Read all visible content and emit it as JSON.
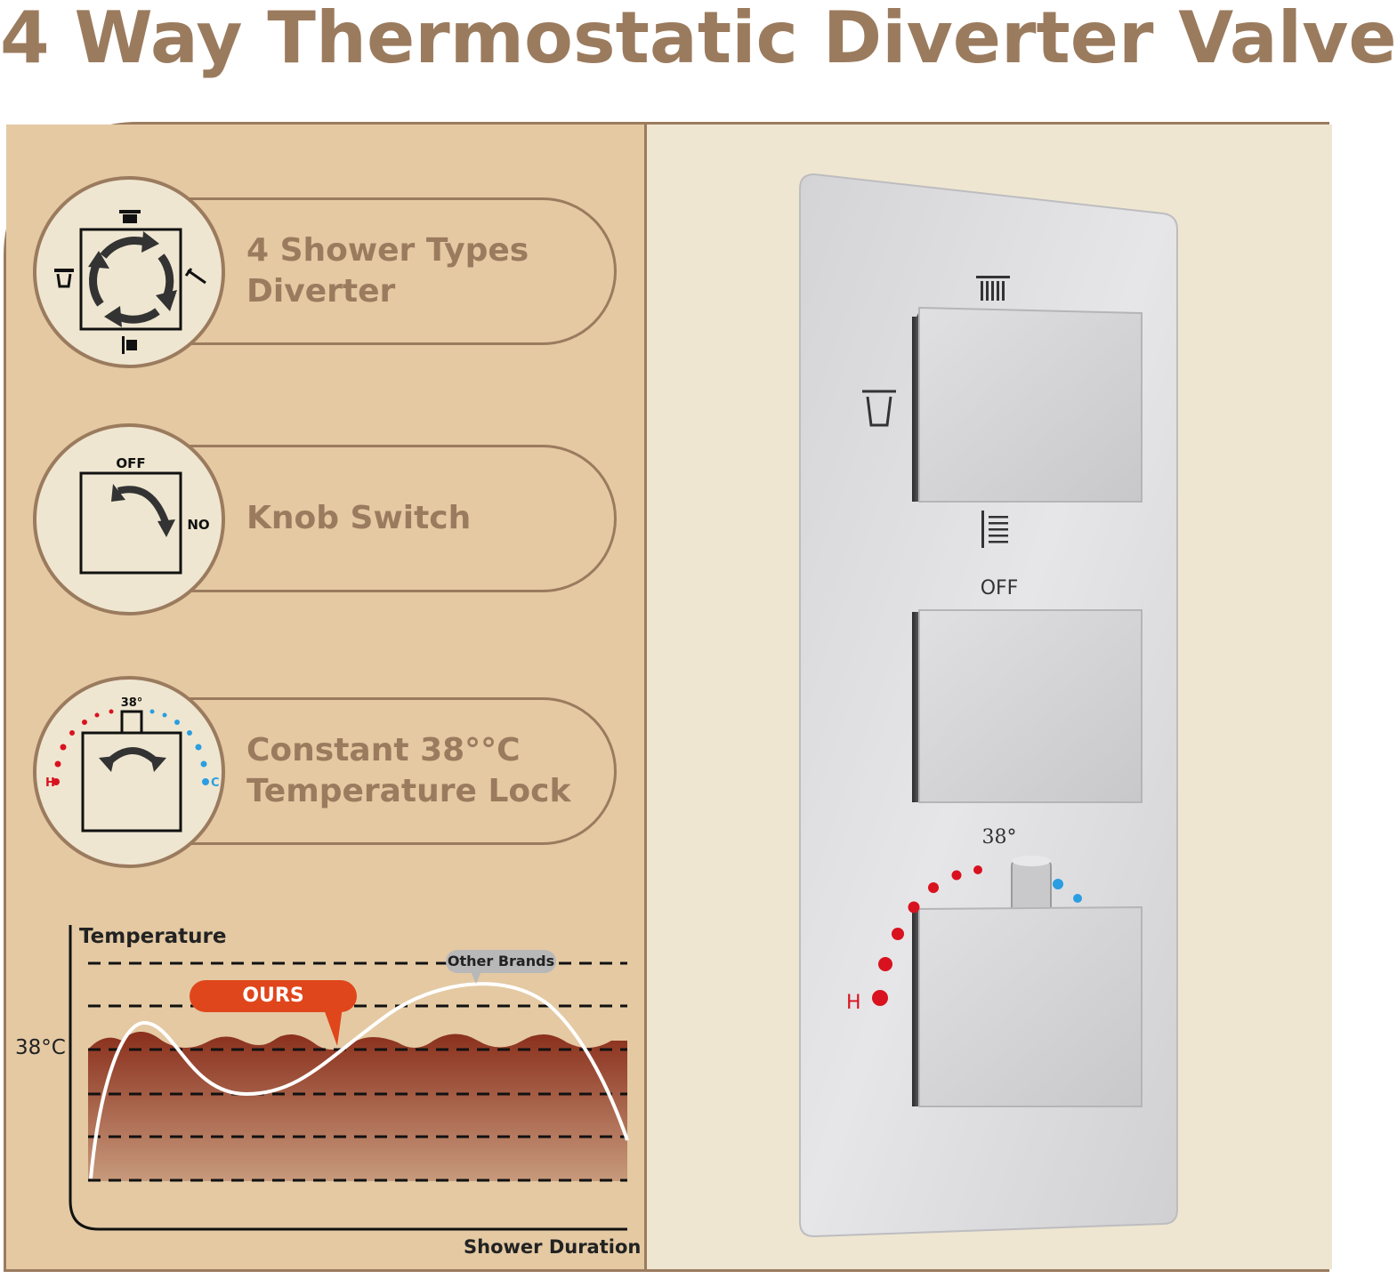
{
  "title": "4 Way Thermostatic Diverter Valve",
  "features": [
    {
      "line1": "4 Shower Types",
      "line2": "Diverter"
    },
    {
      "line1": "Knob Switch",
      "line2": ""
    },
    {
      "line1": "Constant 38°°C",
      "line2": "Temperature Lock"
    }
  ],
  "icons": {
    "knob_off": "OFF",
    "knob_on": "NO",
    "temp_value": "38°",
    "hot": "H",
    "cold": "C"
  },
  "chart": {
    "ylabel": "Temperature",
    "xlabel": "Shower Duration",
    "ref_label": "38°C",
    "ours_label": "OURS",
    "other_label": "Other Brands"
  },
  "valve": {
    "off_label": "OFF",
    "temp_label": "38°",
    "hot_label": "H"
  },
  "colors": {
    "brand": "#9b7b5e",
    "panel_left": "#e4c9a3",
    "panel_right": "#efe6d1",
    "hot": "#d9121f",
    "cold": "#2a9ee0",
    "ours_badge": "#e0461b"
  }
}
